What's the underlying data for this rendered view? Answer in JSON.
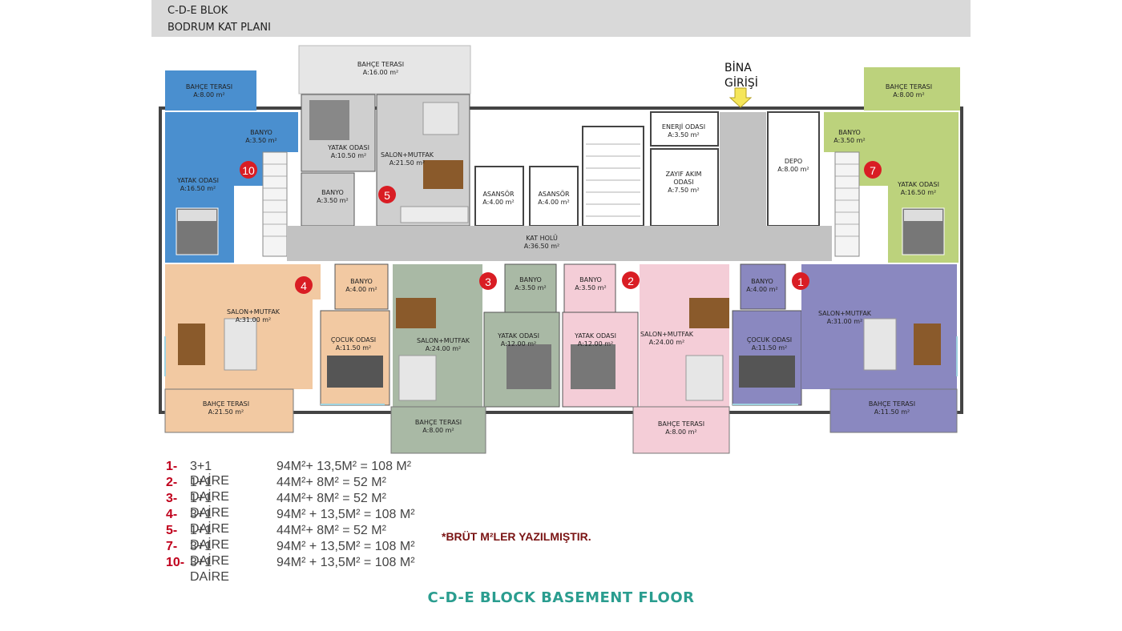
{
  "header": {
    "line1": "C-D-E BLOK",
    "line2": "BODRUM KAT PLANI"
  },
  "colors": {
    "unit_10": "#4a8fcf",
    "unit_5": "#cfcfcf",
    "unit_4": "#f2c9a2",
    "unit_3": "#a9b9a5",
    "unit_2": "#f4cdd7",
    "unit_1": "#8a88c0",
    "unit_7": "#bcd27c",
    "common": "#c2c2c2",
    "badge": "#d91d24",
    "caption": "#2a9d8f",
    "legend_number": "#c0001c"
  },
  "entrance": {
    "line1": "BİNA",
    "line2": "GİRİŞİ"
  },
  "rooms": {
    "r10_terrace": {
      "name": "BAHÇE TERASI",
      "area": "A:8.00 m²"
    },
    "r10_bath": {
      "name": "BANYO",
      "area": "A:3.50 m²"
    },
    "r10_bed": {
      "name": "YATAK ODASI",
      "area": "A:16.50 m²"
    },
    "r5_terrace": {
      "name": "BAHÇE TERASI",
      "area": "A:16.00 m²"
    },
    "r5_bed": {
      "name": "YATAK ODASI",
      "area": "A:10.50 m²"
    },
    "r5_salon": {
      "name": "SALON+MUTFAK",
      "area": "A:21.50 m²"
    },
    "r5_bath": {
      "name": "BANYO",
      "area": "A:3.50 m²"
    },
    "lift1": {
      "name": "ASANSÖR",
      "area": "A:4.00 m²"
    },
    "lift2": {
      "name": "ASANSÖR",
      "area": "A:4.00 m²"
    },
    "energy": {
      "name": "ENERJİ ODASI",
      "area": "A:3.50 m²"
    },
    "weak": {
      "name1": "ZAYIF AKIM",
      "name2": "ODASI",
      "area": "A:7.50 m²"
    },
    "depo": {
      "name": "DEPO",
      "area": "A:8.00 m²"
    },
    "hall": {
      "name": "KAT HOLÜ",
      "area": "A:36.50 m²"
    },
    "r7_terrace": {
      "name": "BAHÇE TERASI",
      "area": "A:8.00 m²"
    },
    "r7_bath": {
      "name": "BANYO",
      "area": "A:3.50 m²"
    },
    "r7_bed": {
      "name": "YATAK ODASI",
      "area": "A:16.50 m²"
    },
    "r4_bath": {
      "name": "BANYO",
      "area": "A:4.00 m²"
    },
    "r4_salon": {
      "name": "SALON+MUTFAK",
      "area": "A:31.00 m²"
    },
    "r4_child": {
      "name": "ÇOCUK ODASI",
      "area": "A:11.50 m²"
    },
    "r4_terrace": {
      "name": "BAHÇE TERASI",
      "area": "A:21.50 m²"
    },
    "r3_bath": {
      "name": "BANYO",
      "area": "A:3.50 m²"
    },
    "r3_salon": {
      "name": "SALON+MUTFAK",
      "area": "A:24.00 m²"
    },
    "r3_bed": {
      "name": "YATAK ODASI",
      "area": "A:12.00 m²"
    },
    "r3_terrace": {
      "name": "BAHÇE TERASI",
      "area": "A:8.00 m²"
    },
    "r2_bath": {
      "name": "BANYO",
      "area": "A:3.50 m²"
    },
    "r2_bed": {
      "name": "YATAK ODASI",
      "area": "A:12.00 m²"
    },
    "r2_salon": {
      "name": "SALON+MUTFAK",
      "area": "A:24.00 m²"
    },
    "r2_terrace": {
      "name": "BAHÇE TERASI",
      "area": "A:8.00 m²"
    },
    "r1_bath": {
      "name": "BANYO",
      "area": "A:4.00 m²"
    },
    "r1_salon": {
      "name": "SALON+MUTFAK",
      "area": "A:31.00 m²"
    },
    "r1_child": {
      "name": "ÇOCUK ODASI",
      "area": "A:11.50 m²"
    },
    "r1_terrace": {
      "name": "BAHÇE TERASI",
      "area": "A:11.50 m²"
    }
  },
  "badges": {
    "b10": "10",
    "b5": "5",
    "b4": "4",
    "b3": "3",
    "b2": "2",
    "b1": "1",
    "b7": "7"
  },
  "legend": [
    {
      "num": "1-",
      "type": "3+1 DAİRE",
      "area": "94M²+ 13,5M² = 108 M²"
    },
    {
      "num": "2-",
      "type": "1+1 DAİRE",
      "area": "44M²+ 8M² = 52 M²"
    },
    {
      "num": "3-",
      "type": "1+1 DAİRE",
      "area": "44M²+ 8M² = 52 M²"
    },
    {
      "num": "4-",
      "type": "3+1 DAİRE",
      "area": "94M² + 13,5M² = 108 M²"
    },
    {
      "num": "5-",
      "type": "1+1 DAİRE",
      "area": "44M²+ 8M² = 52 M²"
    },
    {
      "num": "7-",
      "type": "3+1 DAİRE",
      "area": "94M² + 13,5M² = 108 M²"
    },
    {
      "num": "10-",
      "type": "3+1 DAİRE",
      "area": "94M² + 13,5M² = 108 M²"
    }
  ],
  "note": "*BRÜT M²LER YAZILMIŞTIR.",
  "caption": "C-D-E BLOCK BASEMENT FLOOR"
}
